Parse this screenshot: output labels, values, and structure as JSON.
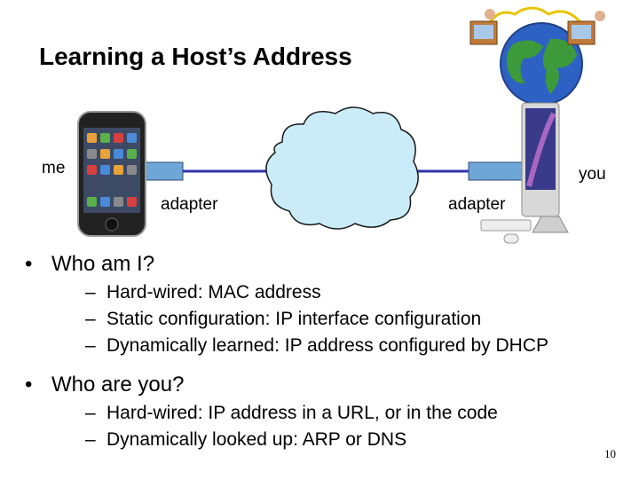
{
  "slide": {
    "title": "Learning a Host’s Address",
    "page_number": "10"
  },
  "diagram": {
    "me_label": "me",
    "you_label": "you",
    "adapter_left_label": "adapter",
    "adapter_right_label": "adapter",
    "link_color": "#3333aa",
    "adapter_color": "#6fa6d8",
    "cloud_color": "#c9ecf8"
  },
  "bullets": [
    {
      "text": "Who am I?",
      "subs": [
        "Hard-wired: MAC address",
        "Static configuration: IP interface configuration",
        "Dynamically learned: IP address configured by DHCP"
      ]
    },
    {
      "text": "Who are you?",
      "subs": [
        "Hard-wired: IP address in a URL, or in the code",
        "Dynamically looked up: ARP or DNS"
      ]
    }
  ],
  "symbols": {
    "bullet": "•",
    "dash": "–"
  }
}
